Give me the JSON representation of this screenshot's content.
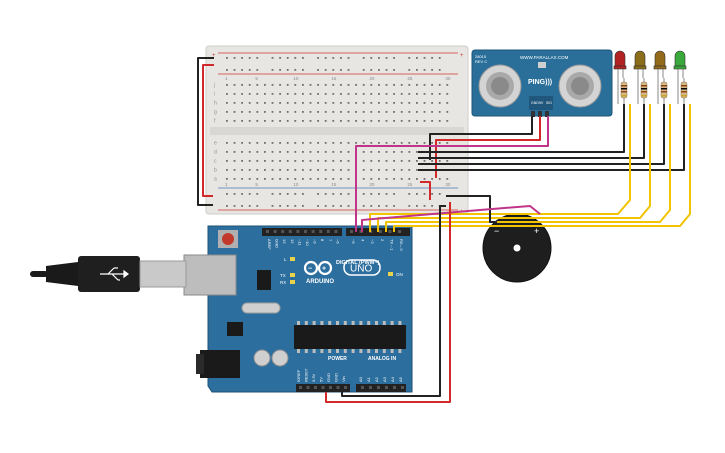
{
  "colors": {
    "background": "#ffffff",
    "breadboard": "#e8e6e3",
    "breadboard_hole": "#6e6e6e",
    "rail_red": "#d0352e",
    "rail_blue": "#4a76b8",
    "arduino_board": "#2c6e9e",
    "arduino_dark": "#1e5276",
    "header_black": "#222222",
    "sensor_board": "#2a6f9a",
    "buzzer": "#1e1e1e",
    "wire_red": "#d12a2a",
    "wire_black": "#222222",
    "wire_magenta": "#c0358a",
    "wire_yellow": "#f2c400",
    "led_red": "#b22222",
    "led_olive": "#8b6d1a",
    "led_olive2": "#93691b",
    "led_green": "#3aa83a",
    "usb_cable": "#1a1a1a",
    "usb_plug": "#c9c9c9"
  },
  "breadboard": {
    "row_letters_top": [
      "j",
      "i",
      "h",
      "g",
      "f"
    ],
    "row_letters_bottom": [
      "e",
      "d",
      "c",
      "b",
      "a"
    ],
    "column_labels": [
      "1",
      "5",
      "10",
      "15",
      "20",
      "25",
      "30"
    ]
  },
  "sensor": {
    "brand": "WWW.PARALLAX.COM",
    "name": "PING)))",
    "rev": "28015\nREV C",
    "pins": [
      "GND",
      "5V",
      "SIG"
    ]
  },
  "arduino": {
    "brand": "ARDUINO",
    "model": "UNO",
    "digital_label": "DIGITAL (PWM~)",
    "power_label": "POWER",
    "analog_label": "ANALOG IN",
    "on_label": "ON",
    "tx_label": "TX",
    "rx_label": "RX",
    "l_label": "L",
    "top_pins": [
      "AREF",
      "GND",
      "13",
      "12",
      "~11",
      "~10",
      "~9",
      "8",
      "7",
      "~6",
      "~5",
      "4",
      "~3",
      "2",
      "TX→1",
      "RX←0"
    ],
    "power_pins": [
      "IOREF",
      "RESET",
      "3.3V",
      "5V",
      "GND",
      "GND",
      "Vin"
    ],
    "analog_pins": [
      "A0",
      "A1",
      "A2",
      "A3",
      "A4",
      "A5"
    ]
  },
  "buzzer": {
    "minus": "−",
    "plus": "+"
  },
  "leds": [
    {
      "color_key": "led_red"
    },
    {
      "color_key": "led_olive"
    },
    {
      "color_key": "led_olive2"
    },
    {
      "color_key": "led_green"
    }
  ]
}
